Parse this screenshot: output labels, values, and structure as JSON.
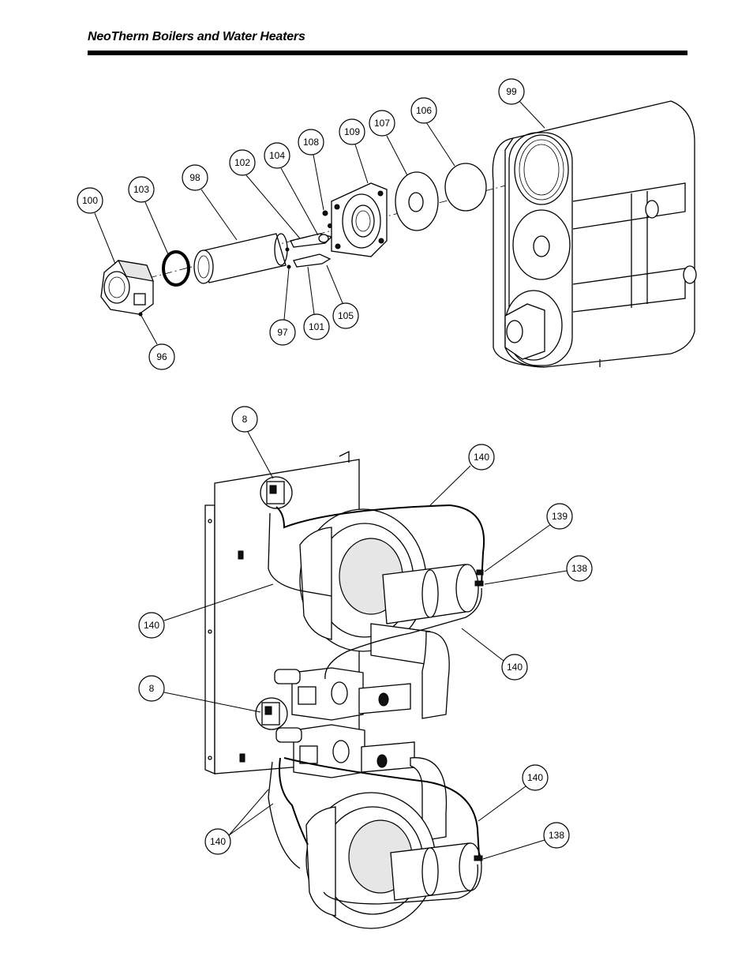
{
  "header": {
    "title": "NeoTherm Boilers and Water Heaters"
  },
  "callouts": {
    "c99": "99",
    "c106": "106",
    "c107": "107",
    "c109": "109",
    "c108": "108",
    "c104": "104",
    "c102": "102",
    "c98": "98",
    "c103": "103",
    "c100": "100",
    "c96": "96",
    "c97": "97",
    "c101": "101",
    "c105": "105",
    "c8a": "8",
    "c140a": "140",
    "c139": "139",
    "c138a": "138",
    "c140b": "140",
    "c140c": "140",
    "c8b": "8",
    "c140d": "140",
    "c140e": "140",
    "c138b": "138"
  }
}
